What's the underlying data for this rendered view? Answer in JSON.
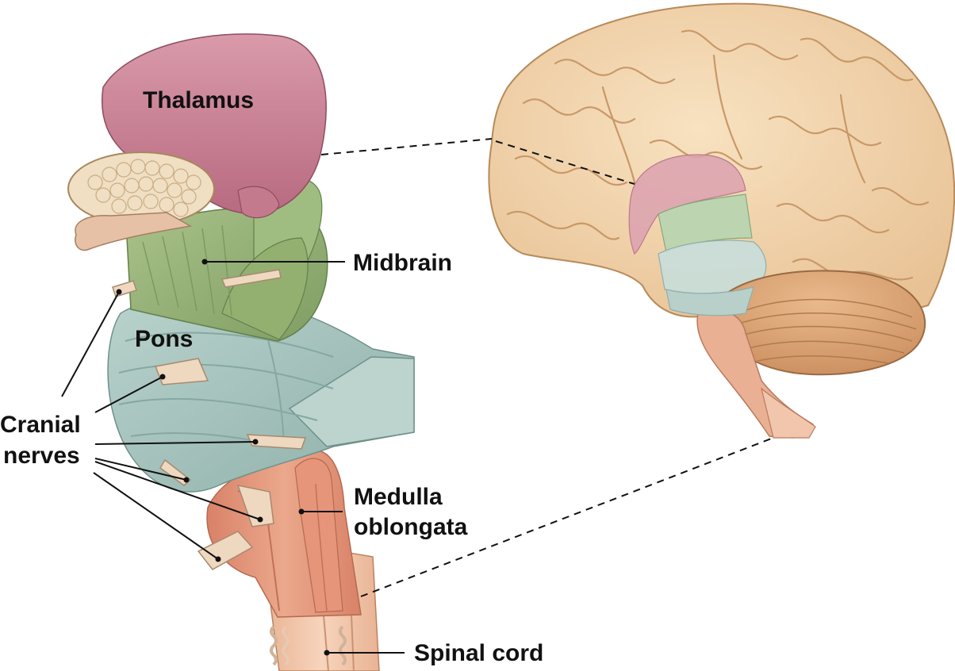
{
  "labels": {
    "thalamus": "Thalamus",
    "midbrain": "Midbrain",
    "pons": "Pons",
    "cranial_line1": "Cranial",
    "cranial_line2": "nerves",
    "medulla_line1": "Medulla",
    "medulla_line2": "oblongata",
    "spinal_cord": "Spinal cord"
  },
  "colors": {
    "thalamus": "#c97f92",
    "midbrain": "#9bb47a",
    "pons": "#a9c4be",
    "medulla": "#e0987c",
    "spinal_cord": "#eab89a",
    "cerebrum": "#f1d3a8",
    "cerebellum": "#dba274",
    "nerve": "#efd8c0",
    "leader_line": "#111111"
  }
}
